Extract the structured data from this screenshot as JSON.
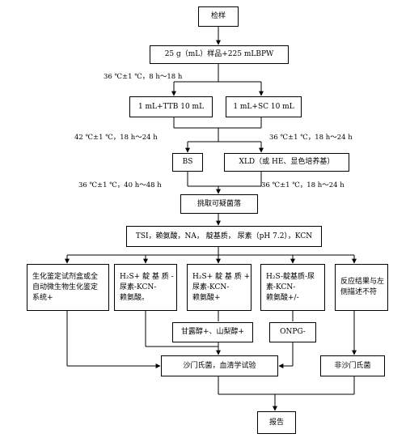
{
  "nodes": {
    "sample": "检样",
    "enrich_bpw": "25 g（mL）样品+225 mLBPW",
    "ttb": "1 mL+TTB 10 mL",
    "sc": "1 mL+SC 10 mL",
    "bs": "BS",
    "xld": "XLD（或 HE、显色培养基）",
    "pick": "挑取可疑菌落",
    "tests": "TSI，赖氨酸，NA， 靛基质， 尿素（pH 7.2），KCN",
    "col1": [
      "生化鉴定试剂盒或全",
      "自动微生物生化鉴定",
      "系统+"
    ],
    "col2": [
      "H₂S+ 靛 基 质 -",
      "尿素-KCN-",
      "赖氨酸。"
    ],
    "col3": [
      "H₂S+ 靛 基 质 +",
      "尿素-KCN-",
      "赖氨酸+"
    ],
    "col4": [
      "H₂S-靛基质-尿",
      "素-KCN-",
      "赖氨酸+/-"
    ],
    "col5": [
      "反应结果与左",
      "侧描述不符"
    ],
    "mannitol": "甘露醇+、山梨醇+",
    "onpg": "ONPG-",
    "salmonella": "沙门氏菌，血清学试验",
    "non_salmonella": "非沙门氏菌",
    "report": "报告"
  },
  "conditions": {
    "c1": "36 ℃±1 ℃，8 h～18 h",
    "c2": "42 ℃±1 ℃，18 h～24 h",
    "c3": "36 ℃±1 ℃，18 h～24 h",
    "c4": "36 ℃±1 ℃，40 h～48 h",
    "c5": "36 ℃±1 ℃，18 h～24 h"
  }
}
